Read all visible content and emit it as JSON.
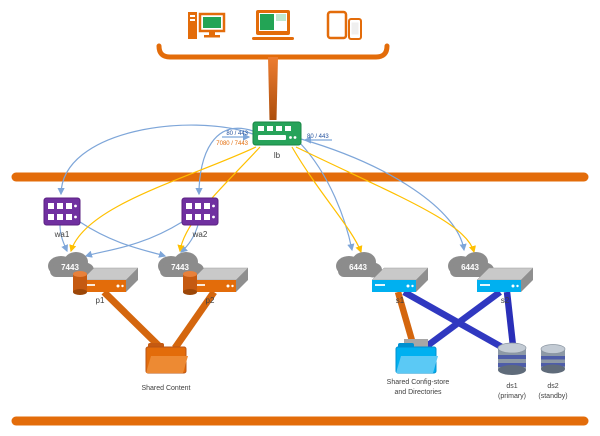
{
  "diagram": {
    "lb": {
      "label": "lb",
      "port_left_http": "80 / 443",
      "port_left_portal": "7080 / 7443",
      "port_right_http": "80 / 443"
    },
    "wa": [
      {
        "label": "wa1"
      },
      {
        "label": "wa2"
      }
    ],
    "portal": [
      {
        "label": "p1",
        "port": "7443"
      },
      {
        "label": "p2",
        "port": "7443"
      }
    ],
    "server": [
      {
        "label": "s1",
        "port": "6443"
      },
      {
        "label": "s2",
        "port": "6443"
      }
    ],
    "content": {
      "label": "Shared Content"
    },
    "config": {
      "line1": "Shared Config-store",
      "line2": "and Directories"
    },
    "ds": [
      {
        "label": "ds1",
        "sub": "(primary)"
      },
      {
        "label": "ds2",
        "sub": "(standby)"
      }
    ]
  },
  "colors": {
    "orange": "#E36C0A",
    "dark_orange": "#B85415",
    "green": "#27A35A",
    "purple": "#7030A0",
    "cyan": "#00B0F0",
    "cloud_gray": "#8C8C8C",
    "arrow_blue": "#7EA6D9",
    "arrow_yellow": "#FFC000",
    "thick_blue": "#3038C0",
    "label_gray": "#404040"
  }
}
